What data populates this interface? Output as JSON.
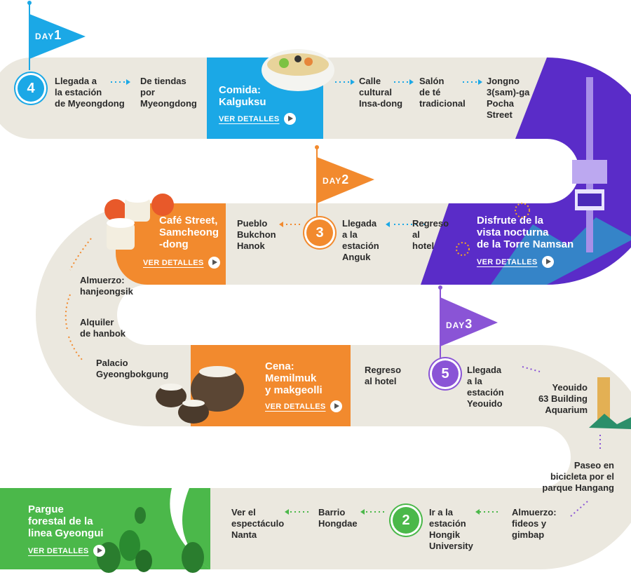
{
  "colors": {
    "road": "#ebe8df",
    "blue": "#1ba8e6",
    "orange": "#f28a2e",
    "purple": "#8a54d6",
    "green": "#4bb84a",
    "night": "#5a2cc8"
  },
  "day1": {
    "flag_day": "DAY",
    "flag_num": "1",
    "badge": "4",
    "stops": {
      "myeongdong_station": "Llegada a\nla estación\nde Myeongdong",
      "shopping": "De tiendas\npor\nMyeongdong",
      "insadong": "Calle\ncultural\nInsa-dong",
      "tea": "Salón\nde té\ntradicional",
      "jongno": "Jongno\n3(sam)-ga\nPocha\nStreet"
    },
    "card": {
      "title": "Comida:\nKalguksu",
      "more": "VER DETALLES"
    }
  },
  "night_card": {
    "title": "Disfrute de la\nvista nocturna\nde la Torre Namsan",
    "more": "VER DETALLES"
  },
  "day2": {
    "flag_day": "DAY",
    "flag_num": "2",
    "badge": "3",
    "stops": {
      "return_hotel": "Regreso\nal\nhotel",
      "anguk": "Llegada\na la\nestación\nAnguk",
      "bukchon": "Pueblo\nBukchon\nHanok",
      "lunch": "Almuerzo:\nhanjeongsik",
      "hanbok": "Alquiler\nde hanbok",
      "palace": "Palacio\nGyeongbokgung",
      "return_hotel2": "Regreso\nal hotel"
    },
    "cafe_card": {
      "title": "Café Street,\nSamcheong\n-dong",
      "more": "VER DETALLES"
    },
    "dinner_card": {
      "title": "Cena:\nMemilmuk\ny makgeolli",
      "more": "VER DETALLES"
    }
  },
  "day3": {
    "flag_day": "DAY",
    "flag_num": "3",
    "badge5": "5",
    "badge2": "2",
    "stops": {
      "yeouido_station": "Llegada\na la\nestación\nYeouido",
      "aquarium": "Yeouido\n63 Building\nAquarium",
      "bike": "Paseo en\nbicicleta por el\nparque Hangang",
      "lunch": "Almuerzo:\nfideos y\ngimbap",
      "hongik": "Ir a la\nestación\nHongik\nUniversity",
      "hongdae": "Barrio\nHongdae",
      "nanta": "Ver el\nespectáculo\nNanta"
    },
    "forest_card": {
      "title": "Pargue\nforestal de la\nlinea Gyeongui",
      "more": "VER DETALLES"
    }
  }
}
